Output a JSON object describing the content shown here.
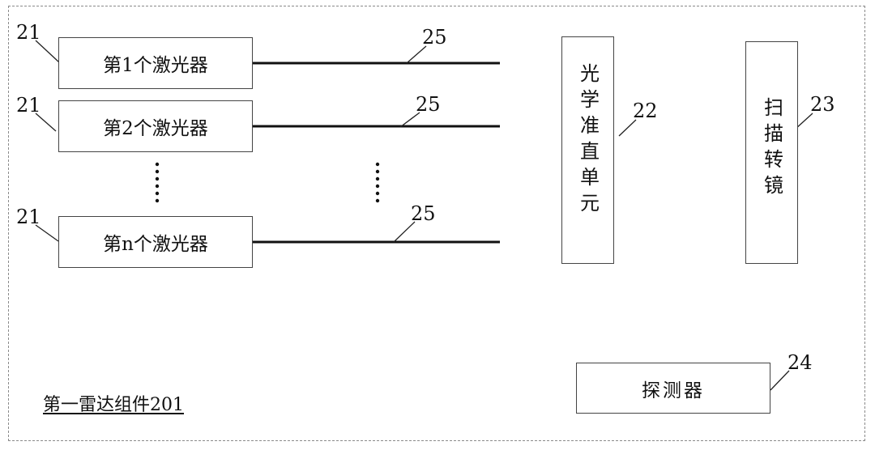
{
  "lasers": [
    {
      "label": "第1个激光器",
      "ref": "21",
      "fiber_ref": "25"
    },
    {
      "label": "第2个激光器",
      "ref": "21",
      "fiber_ref": "25"
    },
    {
      "label": "第n个激光器",
      "ref": "21",
      "fiber_ref": "25"
    }
  ],
  "collimator": {
    "label": "光学准直单元",
    "ref": "22"
  },
  "scanner": {
    "label": "扫描转镜",
    "ref": "23"
  },
  "detector": {
    "label": "探测器",
    "ref": "24"
  },
  "caption": "第一雷达组件201"
}
